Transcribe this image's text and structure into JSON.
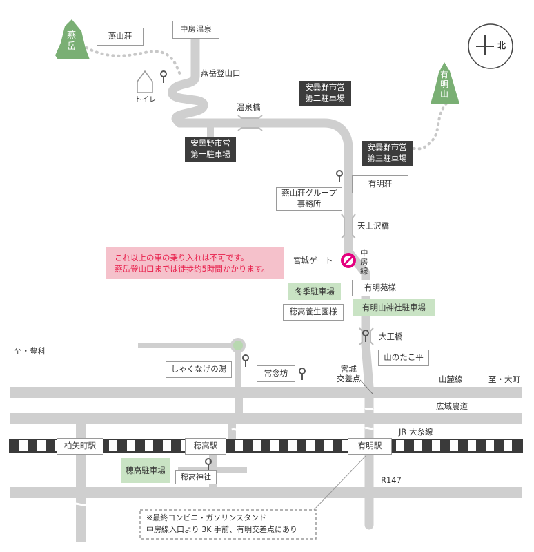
{
  "places": {
    "enzanso": "燕山荘",
    "nakabusa_onsen": "中房温泉",
    "tsubakuro_tozanguchi": "燕岳登山口",
    "toilet": "トイレ",
    "onsen_bashi": "温泉橋",
    "parking_2": "安曇野市営\n第二駐車場",
    "parking_1": "安曇野市営\n第一駐車場",
    "parking_3": "安曇野市営\n第三駐車場",
    "ariakeso": "有明荘",
    "enzanso_office": "燕山荘グループ\n事務所",
    "tenjosawa_bashi": "天上沢橋",
    "miyashiro_gate": "宮城ゲート",
    "nakabusa_line": "中\n房\n線",
    "ariakeen": "有明苑様",
    "winter_parking": "冬季駐車場",
    "ariakeyama_shrine_parking": "有明山神社駐車場",
    "hotaka_yoseien": "穂高養生園様",
    "daio_bashi": "大王橋",
    "yamanotakodaira": "山のたこ平",
    "miyashiro_crossing": "宮城\n交差点",
    "shakunage_no_yu": "しゃくなげの湯",
    "jonenbo": "常念坊",
    "to_toyoshina": "至・豊科",
    "sanroku_line": "山麓線",
    "to_omachi": "至・大町",
    "koiki_nodo": "広域農道",
    "jr_oito_line": "JR 大糸線",
    "hakuyacho_station": "柏矢町駅",
    "hotaka_station": "穂高駅",
    "ariake_station": "有明駅",
    "hotaka_parking": "穂高駐車場",
    "hotaka_shrine": "穂高神社",
    "r147": "R147"
  },
  "mountains": {
    "tsubakurodake": "燕\n岳",
    "ariakeyama": "有\n明\n山"
  },
  "notices": {
    "no_entry": "これ以上の車の乗り入れは不可です。\n燕岳登山口までは徒歩約5時間かかります。",
    "last_store": "※最終コンビニ・ガソリンスタンド\n中房線入口より 3K 手前、有明交差点にあり"
  },
  "compass": {
    "north_label": "北",
    "icon": "north-arrow-icon"
  },
  "colors": {
    "road": "#cfcfcf",
    "mountain": "#7aaf74",
    "dark_box": "#3c3c3c",
    "green_box": "#c9e3c4",
    "notice_bg": "#f5c1cb",
    "notice_text": "#e8204c",
    "gate_icon": "#e4007f"
  }
}
